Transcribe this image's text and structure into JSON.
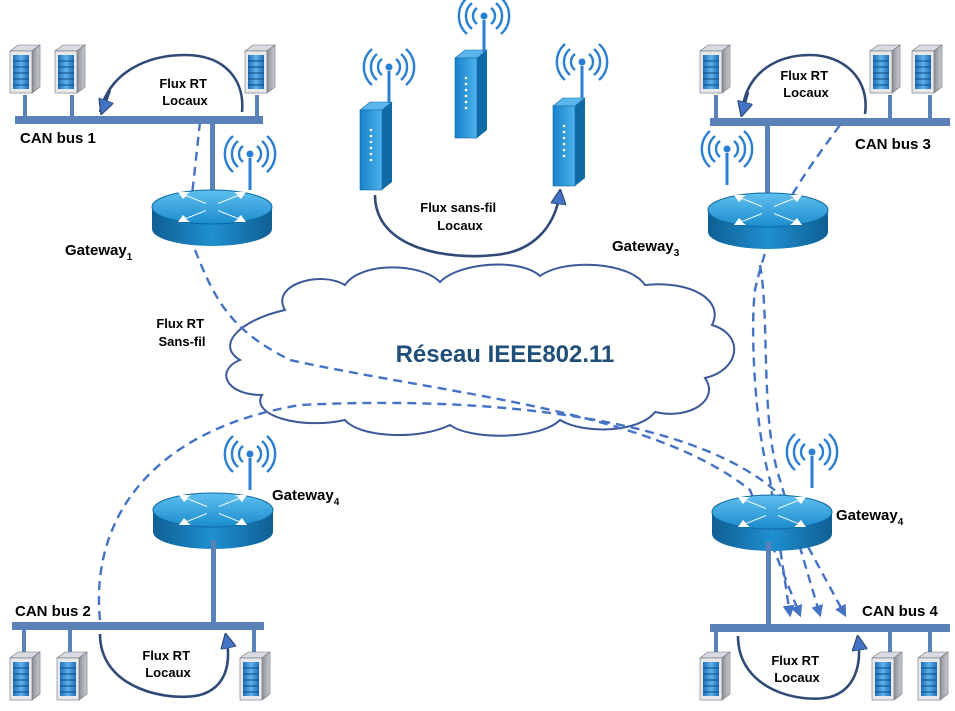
{
  "labels": {
    "can_bus_1": "CAN bus 1",
    "can_bus_2": "CAN bus 2",
    "can_bus_3": "CAN bus 3",
    "can_bus_4": "CAN bus 4",
    "gateway_1": {
      "main": "Gateway",
      "sub": "1"
    },
    "gateway_3": {
      "main": "Gateway",
      "sub": "3"
    },
    "gateway_4_left": {
      "main": "Gateway",
      "sub": "4"
    },
    "gateway_4_right": {
      "main": "Gateway",
      "sub": "4"
    },
    "flux_rt_locaux": [
      "Flux RT",
      "Locaux"
    ],
    "flux_sans_fil_locaux": [
      "Flux sans-fil",
      "Locaux"
    ],
    "flux_rt_sans_fil": [
      "Flux RT",
      "Sans-fil"
    ],
    "network": "Réseau IEEE802.11"
  },
  "colors": {
    "bus": "#5b82b8",
    "link": "#4472c4",
    "flow": "#2f4a77",
    "router": "#1a8fc9",
    "antenna": "#2a7fd4",
    "cloud_edge": "#3b5998"
  },
  "icons": [
    "server-icon",
    "router-icon",
    "antenna-icon",
    "wireless-station-icon",
    "cloud-icon"
  ]
}
